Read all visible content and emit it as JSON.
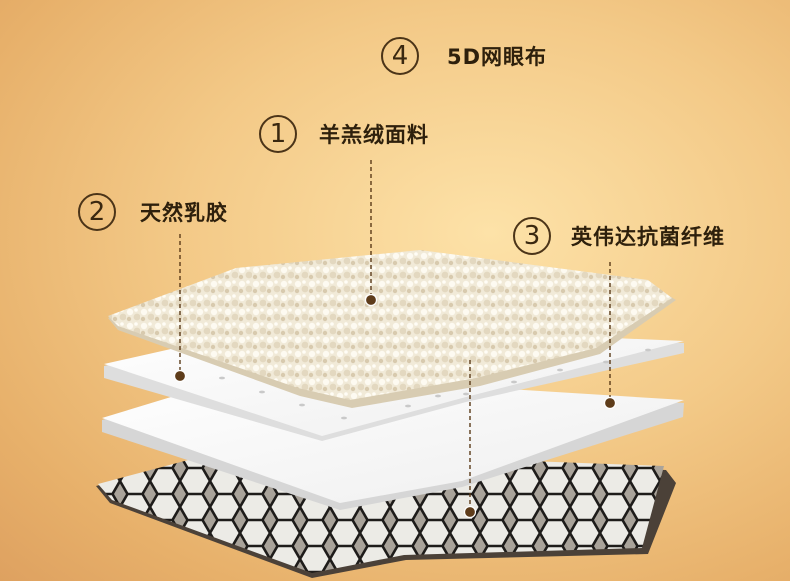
{
  "layers": [
    {
      "number": "1",
      "label": "羊羔绒面料",
      "icon": "fleece-layer"
    },
    {
      "number": "2",
      "label": "天然乳胶",
      "icon": "latex-layer"
    },
    {
      "number": "3",
      "label": "英伟达抗菌纤维",
      "icon": "antibacterial-fiber-layer"
    },
    {
      "number": "4",
      "label": "5D网眼布",
      "icon": "mesh-fabric-layer"
    }
  ],
  "colors": {
    "background": "#f3c987",
    "label_text": "#2e200c",
    "leader_line": "#5a3a18",
    "mesh_border": "#4a4036"
  }
}
